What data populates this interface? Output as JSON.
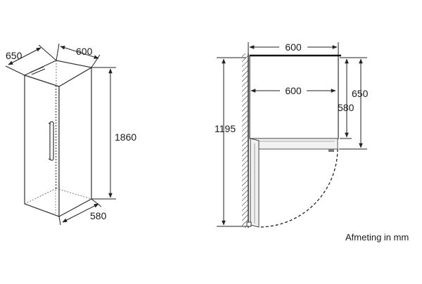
{
  "left_view": {
    "depth": "650",
    "width": "600",
    "height": "1860",
    "bottom_depth": "580"
  },
  "right_view": {
    "outer_width": "600",
    "inner_width": "600",
    "total_depth": "1195",
    "body_depth": "580",
    "depth_with_door": "650"
  },
  "note": "Afmeting in mm"
}
